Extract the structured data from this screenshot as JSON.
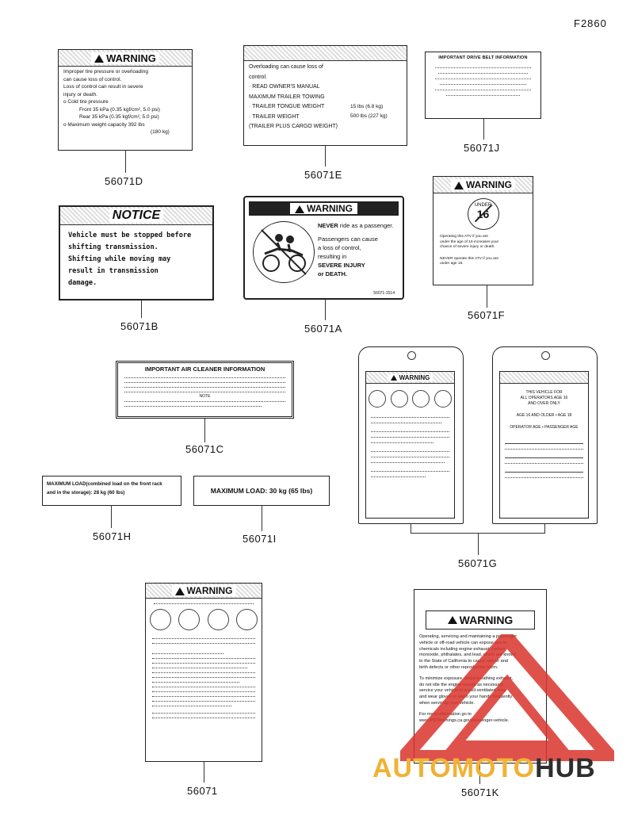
{
  "figure_code": "F2860",
  "parts": {
    "p56071D": {
      "number": "56071D",
      "heading": "WARNING",
      "lines": [
        "Improper tire pressure or overloading",
        "can cause loss of control.",
        "Loss of control can result in severe",
        "injury or death.",
        "o  Cold tire pressure",
        "Front 35 kPa (0.35 kgf/cm², 5.0 psi)",
        "Rear 35 kPa (0.35 kgf/cm², 5.0 psi)",
        "o  Maximum weight capacity 392 lbs",
        "(180 kg)"
      ]
    },
    "p56071E": {
      "number": "56071E",
      "lines": [
        "Overloading can cause loss of",
        "control.",
        "· READ OWNER'S MANUAL",
        "MAXIMUM TRAILER TOWING",
        "· TRAILER TONGUE WEIGHT",
        "· TRAILER WEIGHT",
        "(TRAILER PLUS CARGO WEIGHT)"
      ],
      "values": [
        "15 lbs (6.8 kg)",
        "500 lbs (227 kg)"
      ]
    },
    "p56071J": {
      "number": "56071J",
      "heading": "IMPORTANT DRIVE BELT INFORMATION"
    },
    "p56071B": {
      "number": "56071B",
      "heading": "NOTICE",
      "lines": [
        "Vehicle must be stopped before",
        "shifting transmission.",
        "Shifting while moving may",
        "result in transmission",
        "damage."
      ]
    },
    "p56071A": {
      "number": "56071A",
      "heading": "WARNING",
      "line1_em": "NEVER",
      "line1_rest": " ride as a passenger.",
      "lines": [
        "Passengers can cause",
        "a loss of control,",
        "resulting in"
      ],
      "em_lines": [
        "SEVERE INJURY",
        "or DEATH."
      ],
      "code": "56071-1514"
    },
    "p56071F": {
      "number": "56071F",
      "heading": "WARNING",
      "badge_top": "UNDER",
      "badge_num": "16",
      "lines": [
        "Operating this ATV if you are",
        "under the age of 16 increases your",
        "chance of severe injury or death."
      ],
      "extra": [
        "NEVER operate this ATV if you are",
        "under age 16."
      ]
    },
    "p56071C": {
      "number": "56071C",
      "heading": "IMPORTANT AIR CLEANER INFORMATION",
      "note": "NOTE"
    },
    "p56071G": {
      "number": "56071G",
      "left_heading": "WARNING",
      "right_lines": [
        "THIS VEHICLE FOR",
        "ALL OPERATORS AGE 16",
        "AND OVER ONLY",
        "AGE 16 AND OLDER • AGE 18",
        "OPERATOR AGE • PASSENGER AGE"
      ]
    },
    "p56071H": {
      "number": "56071H",
      "lines": [
        "MAXIMUM LOAD(combined load on the front rack",
        "and in the storage): 28 kg (60 lbs)"
      ]
    },
    "p56071I": {
      "number": "56071I",
      "text": "MAXIMUM LOAD: 30 kg (65 lbs)"
    },
    "p56071": {
      "number": "56071",
      "heading": "WARNING"
    },
    "p56071K": {
      "number": "56071K",
      "heading": "WARNING",
      "lines": [
        "Operating, servicing and maintaining a passenger",
        "vehicle or off-road vehicle can expose you to",
        "chemicals including engine exhaust, carbon",
        "monoxide, phthalates, and lead, which are known",
        "to the State of California to cause cancer and",
        "birth defects or other reproductive harm.",
        "To minimize exposure, avoid breathing exhaust,",
        "do not idle the engine except as necessary,",
        "service your vehicle in a well-ventilated area",
        "and wear gloves or wash your hands frequently",
        "when servicing your vehicle.",
        "For more information go to",
        "www.P65Warnings.ca.gov/passenger-vehicle."
      ]
    }
  },
  "watermark": {
    "part1": "AUTOMOTO",
    "part2": "HUB"
  }
}
